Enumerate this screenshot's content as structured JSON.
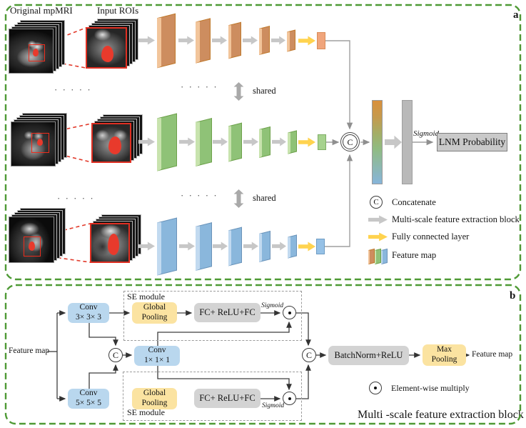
{
  "colors": {
    "panel_border": "#4e9a35",
    "orange_face": "#cd8d5f",
    "green_face": "#8fc277",
    "blue_face": "#8ab7dc",
    "yellow_arrow": "#ffd34f",
    "blue_box": "#b9d7ee",
    "yellow_box": "#fbe3a1",
    "gray_box": "#d3d3d3",
    "roi_red": "#ee2c1c"
  },
  "panel_a": {
    "tag": "a",
    "original_mpmri": "Original mpMRI",
    "input_rois": "Input ROIs",
    "dots": "· · · · ·",
    "shared": "shared",
    "concat_symbol": "C",
    "sigmoid": "Sigmoid",
    "lnm_probability": "LNM Probability",
    "legend": {
      "symbol": "C",
      "concatenate": "Concatenate",
      "msfe": "Multi-scale feature extraction block",
      "fc": "Fully connected layer",
      "feature_map": "Feature map"
    }
  },
  "panel_b": {
    "tag": "b",
    "feature_map_in": "Feature map",
    "conv3_l1": "Conv",
    "conv3_l2": "3× 3× 3",
    "conv5_l1": "Conv",
    "conv5_l2": "5× 5× 5",
    "conv1_l1": "Conv",
    "conv1_l2": "1× 1× 1",
    "se_module_top": "SE module",
    "se_module_bottom": "SE module",
    "gp_l1": "Global",
    "gp_l2": "Pooling",
    "fc_relu_fc_top": "FC+ ReLU+FC",
    "fc_relu_fc_bottom": "FC+ ReLU+FC",
    "sigmoid_top": "Sigmoid",
    "sigmoid_bottom": "Sigmoid",
    "concat_symbol": "C",
    "batchnorm": "BatchNorm+ReLU",
    "mp_l1": "Max",
    "mp_l2": "Pooling",
    "feature_map_out": "Feature map",
    "legend_multiply": "Element-wise multiply",
    "title": "Multi -scale feature extraction block"
  }
}
